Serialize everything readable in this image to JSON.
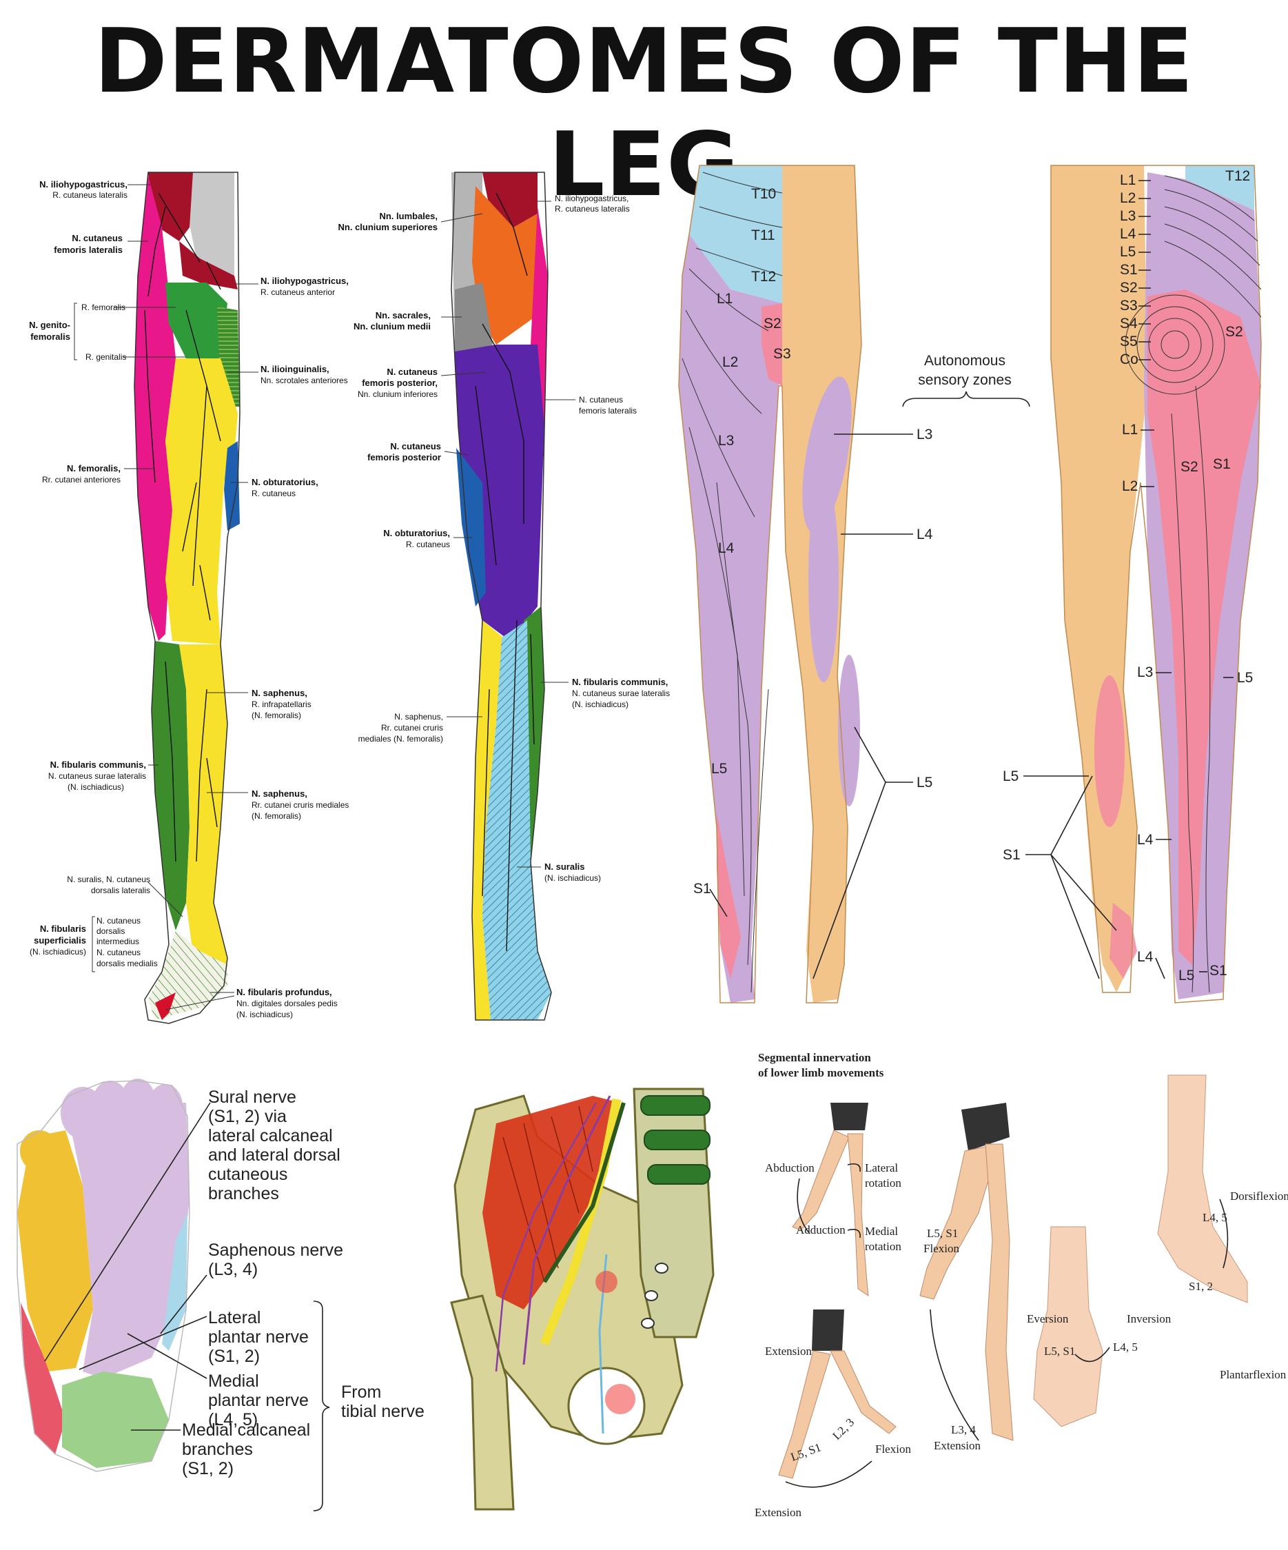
{
  "title": "DERMATOMES OF THE LEG",
  "anterior_leg": {
    "labels": [
      {
        "bold": "N. iliohypogastricus,",
        "sub": "R. cutaneus lateralis"
      },
      {
        "bold": "N. cutaneus",
        "bold2": "femoris lateralis"
      },
      {
        "bold": "N. iliohypogastricus,",
        "sub": "R. cutaneus anterior"
      },
      {
        "bold": "N. genito-",
        "bold2": "femoralis",
        "r1": "R. femoralis",
        "r2": "R. genitalis"
      },
      {
        "bold": "N. ilioinguinalis,",
        "sub": "Nn. scrotales anteriores"
      },
      {
        "bold": "N. femoralis,",
        "sub": "Rr. cutanei anteriores"
      },
      {
        "bold": "N. obturatorius,",
        "sub": "R. cutaneus"
      },
      {
        "bold": "N. saphenus,",
        "sub": "R. infrapatellaris",
        "sub2": "(N. femoralis)"
      },
      {
        "bold": "N. fibularis communis,",
        "sub": "N. cutaneus surae lateralis",
        "sub2": "(N. ischiadicus)"
      },
      {
        "bold": "N. saphenus,",
        "sub": "Rr. cutanei cruris mediales",
        "sub2": "(N. femoralis)"
      },
      {
        "sub": "N. suralis, N. cutaneus",
        "sub2": "dorsalis lateralis"
      },
      {
        "bold": "N. fibularis",
        "bold2": "superficialis",
        "sub": "(N. ischiadicus)",
        "r1": "N. cutaneus",
        "r2": "dorsalis",
        "r3": "intermedius",
        "r4": "N. cutaneus",
        "r5": "dorsalis medialis"
      },
      {
        "bold": "N. fibularis profundus,",
        "sub": "Nn. digitales dorsales pedis",
        "sub2": "(N. ischiadicus)"
      }
    ]
  },
  "posterior_leg": {
    "labels": [
      {
        "sub": "N. iliohypogastricus,",
        "sub2": "R. cutaneus lateralis"
      },
      {
        "bold": "Nn. lumbales,",
        "bold2": "Nn. clunium superiores"
      },
      {
        "bold": "Nn. sacrales,",
        "bold2": "Nn. clunium medii"
      },
      {
        "bold": "N. cutaneus",
        "bold2": "femoris posterior,",
        "sub": "Nn. clunium inferiores"
      },
      {
        "sub": "N. cutaneus",
        "sub2": "femoris lateralis"
      },
      {
        "bold": "N. cutaneus",
        "bold2": "femoris posterior"
      },
      {
        "bold": "N. obturatorius,",
        "sub": "R. cutaneus"
      },
      {
        "bold": "N. fibularis communis,",
        "sub": "N. cutaneus surae lateralis",
        "sub2": "(N. ischiadicus)"
      },
      {
        "sub": "N. saphenus,",
        "sub2": "Rr. cutanei cruris",
        "sub3": "mediales (N. femoralis)"
      },
      {
        "bold": "N. suralis",
        "sub": "(N. ischiadicus)"
      }
    ]
  },
  "segments_front": [
    "T10",
    "T11",
    "T12",
    "L1",
    "S2",
    "S3",
    "L2",
    "L3",
    "L4",
    "L5",
    "S1"
  ],
  "segments_back": [
    "L1",
    "L2",
    "L3",
    "L4",
    "L5",
    "S1",
    "S2",
    "S3",
    "S4",
    "S5",
    "Co",
    "T12",
    "S2",
    "L1",
    "L2",
    "S2",
    "S1",
    "L3",
    "L5",
    "L4",
    "L4",
    "L5",
    "S1"
  ],
  "autonomous": {
    "line1": "Autonomous",
    "line2": "sensory zones",
    "zones": [
      "L3",
      "L4",
      "L5"
    ],
    "back_zones": [
      "L5",
      "S1"
    ]
  },
  "foot": {
    "sural": [
      "Sural nerve",
      "(S1, 2) via",
      "lateral calcaneal",
      "and lateral dorsal",
      "cutaneous",
      "branches"
    ],
    "saphenous": [
      "Saphenous nerve",
      "(L3, 4)"
    ],
    "lateral_plantar": [
      "Lateral",
      "plantar nerve",
      "(S1, 2)"
    ],
    "medial_plantar": [
      "Medial",
      "plantar nerve",
      "(L4, 5)"
    ],
    "medial_calcaneal": [
      "Medial calcaneal",
      "branches",
      "(S1, 2)"
    ],
    "from_tibial": [
      "From",
      "tibial nerve"
    ]
  },
  "movements": {
    "heading": [
      "Segmental innervation",
      "of lower limb movements"
    ],
    "abduction": "Abduction",
    "adduction": "Adduction",
    "lateral_rotation": [
      "Lateral",
      "rotation"
    ],
    "medial_rotation": [
      "Medial",
      "rotation"
    ],
    "hip_flexion": [
      "L5, S1",
      "Flexion"
    ],
    "extension_top": "Extension",
    "extension_bottom": "Extension",
    "flexion": "Flexion",
    "l5s1": "L5, S1",
    "l23": "L2, 3",
    "knee_ext": [
      "L3, 4",
      "Extension"
    ],
    "eversion": "Eversion",
    "inversion": "Inversion",
    "ev_seg": "L5, S1",
    "inv_seg": "L4, 5",
    "dorsiflexion": "Dorsiflexion",
    "df_seg": "L4, 5",
    "pf_seg": "S1, 2",
    "plantarflexion": "Plantarflexion"
  },
  "colors": {
    "blue_zone": "#a8d8ea",
    "purple_zone": "#c9a9d8",
    "pink_zone": "#f28ba0",
    "skin": "#f2c48a",
    "yellow": "#f7e12b",
    "magenta": "#e8188a",
    "green": "#3d8c2b",
    "dark_red": "#a4122a",
    "orange": "#ee6a1f",
    "indigo": "#5a25a8",
    "gray": "#b5b5b5",
    "lightblue": "#8fd3ea"
  }
}
